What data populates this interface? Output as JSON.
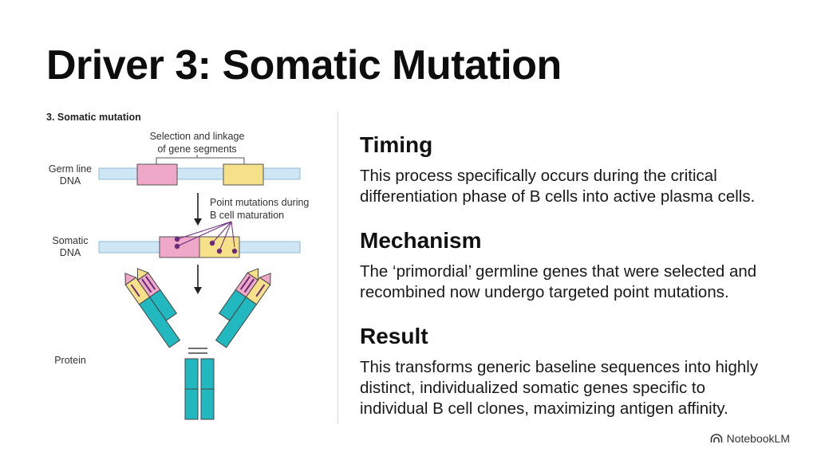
{
  "title": "Driver 3: Somatic Mutation",
  "diagram": {
    "heading": "3. Somatic mutation",
    "selection_label_line1": "Selection and linkage",
    "selection_label_line2": "of gene segments",
    "germline_label_line1": "Germ line",
    "germline_label_line2": "DNA",
    "point_mutation_label_line1": "Point mutations during",
    "point_mutation_label_line2": "B cell maturation",
    "somatic_label_line1": "Somatic",
    "somatic_label_line2": "DNA",
    "protein_label": "Protein",
    "colors": {
      "dna_strand": "#cfe6f5",
      "segment_pink": "#f0a8c8",
      "segment_yellow": "#f7e08a",
      "mutation_dot": "#6a2a7a",
      "antibody_teal": "#22b8c0"
    }
  },
  "sections": {
    "timing": {
      "heading": "Timing",
      "line1": "This process specifically occurs during the critical",
      "line2": "differentiation phase of B cells into active plasma cells."
    },
    "mechanism": {
      "heading": "Mechanism",
      "line1": "The ‘primordial’ germline genes that were selected and",
      "line2": "recombined now undergo targeted point mutations."
    },
    "result": {
      "heading": "Result",
      "line1": "This transforms generic baseline sequences into highly",
      "line2": "distinct, individualized somatic genes specific to",
      "line3": "individual B cell clones, maximizing antigen affinity."
    }
  },
  "branding": {
    "logo_text": "NotebookLM",
    "logo_icon": "notebooklm-icon"
  }
}
